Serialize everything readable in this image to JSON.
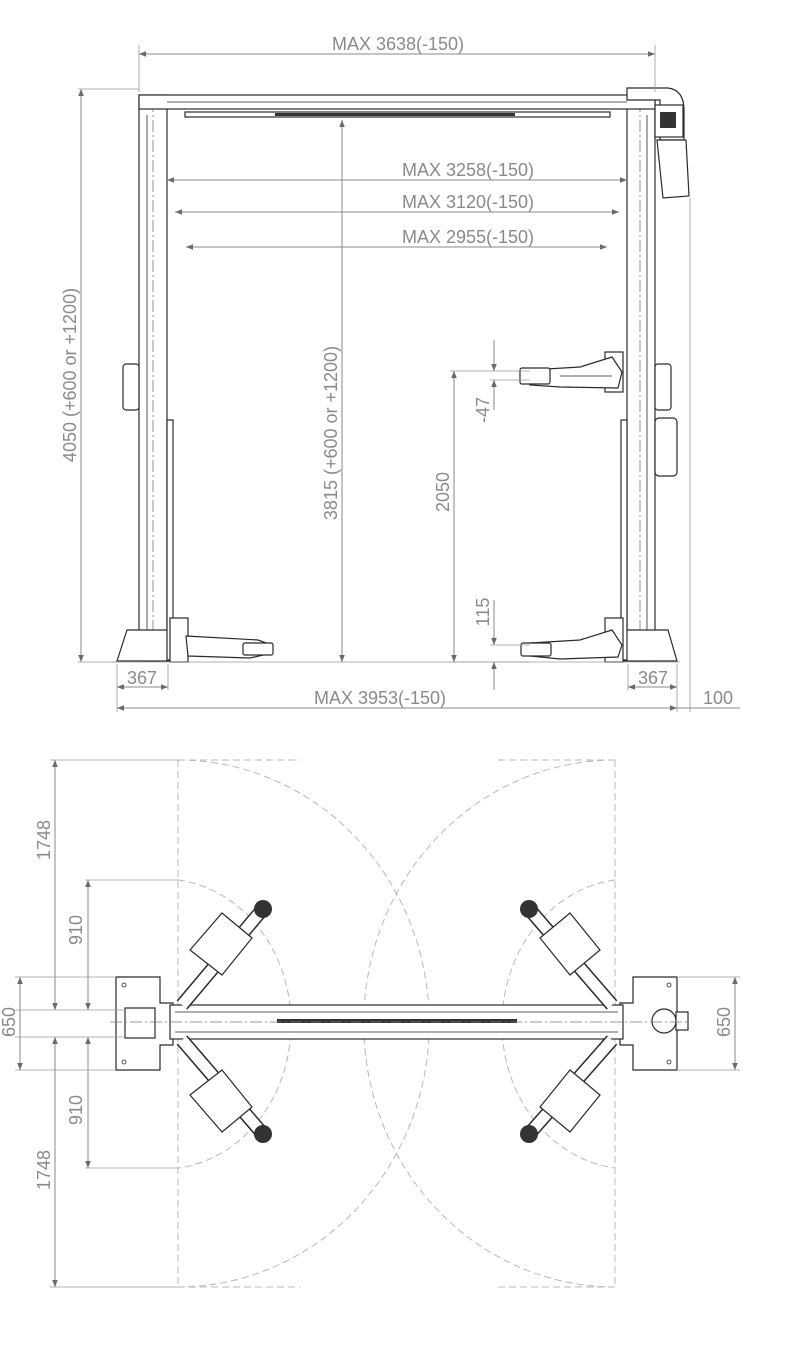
{
  "colors": {
    "dimension_line": "#8a8a8a",
    "part_outline": "#2a2a2a",
    "swing_area": "#b8b8b8"
  },
  "front_view": {
    "dims": {
      "max_outer_width": "MAX 3638(-150)",
      "max_width_1": "MAX 3258(-150)",
      "max_width_2": "MAX 3120(-150)",
      "max_width_3": "MAX 2955(-150)",
      "total_height": "4050 (+600 or +1200)",
      "clear_height": "3815 (+600 or +1200)",
      "lift_height": "2050",
      "arm_offset_top": "-47",
      "arm_min_height": "115",
      "base_left": "367",
      "base_right": "367",
      "max_base_width": "MAX 3953(-150)",
      "side_clearance": "100"
    }
  },
  "top_view": {
    "dims": {
      "arm_reach_top": "1748",
      "arm_span_top": "910",
      "column_depth_left": "650",
      "arm_span_bottom": "910",
      "arm_reach_bottom": "1748",
      "column_depth_right": "650"
    }
  }
}
